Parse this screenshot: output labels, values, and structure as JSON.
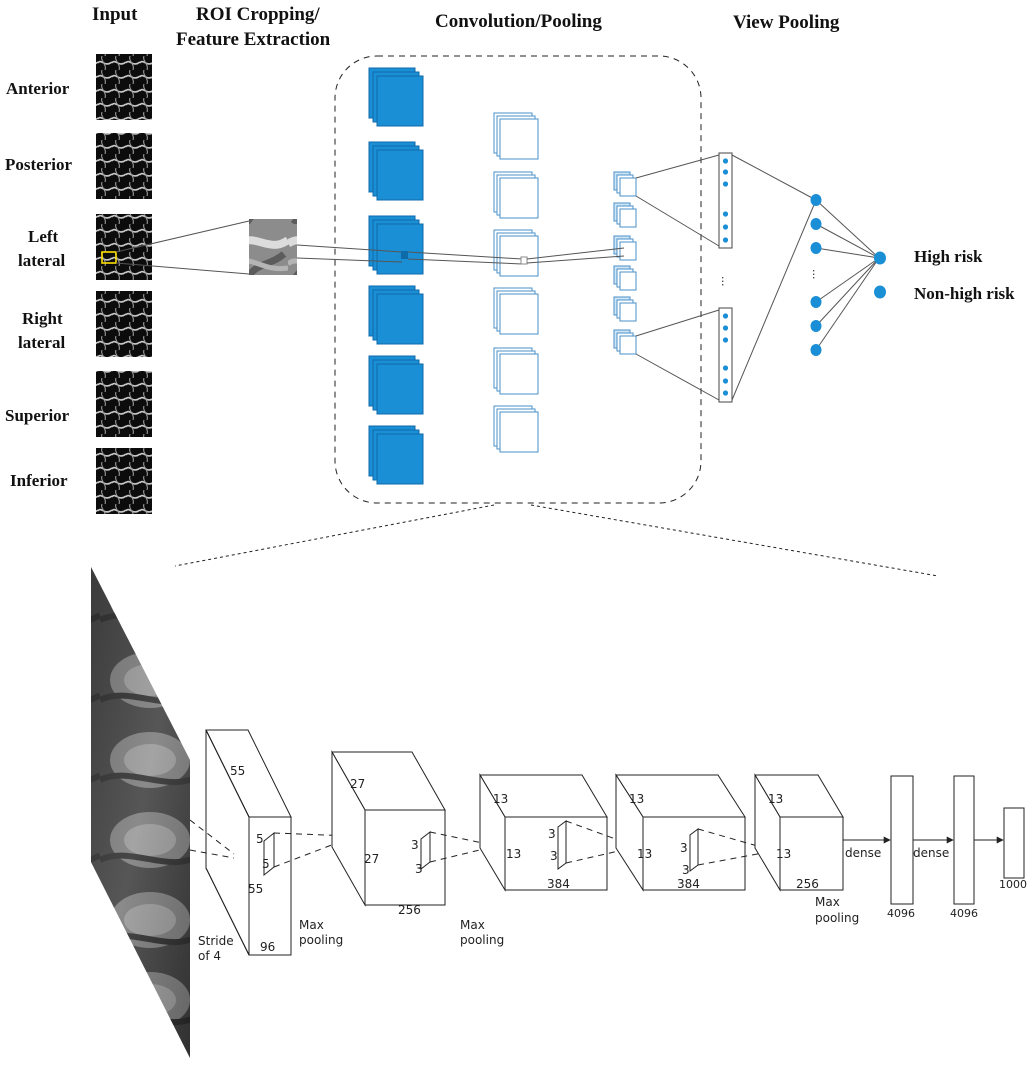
{
  "headers": {
    "input": "Input",
    "roi_line1": "ROI Cropping/",
    "roi_line2": "Feature Extraction",
    "conv": "Convolution/Pooling",
    "view": "View Pooling"
  },
  "views": [
    {
      "line1": "Anterior",
      "line2": ""
    },
    {
      "line1": "Posterior",
      "line2": ""
    },
    {
      "line1": "Left",
      "line2": "lateral"
    },
    {
      "line1": "Right",
      "line2": "lateral"
    },
    {
      "line1": "Superior",
      "line2": ""
    },
    {
      "line1": "Inferior",
      "line2": ""
    }
  ],
  "outputs": {
    "high": "High risk",
    "nonhigh": "Non-high risk"
  },
  "ellipsis": "...",
  "alexnet": {
    "input_stride_line1": "Stride",
    "input_stride_line2": "of 4",
    "conv1": {
      "h": "55",
      "w": "55",
      "d": "96",
      "k1": "5",
      "k2": "5"
    },
    "pool1": "Max",
    "pool1b": "pooling",
    "conv2": {
      "h": "27",
      "w": "27",
      "d": "256",
      "k1": "3",
      "k2": "3"
    },
    "pool2": "Max",
    "pool2b": "pooling",
    "conv3": {
      "h": "13",
      "w": "13",
      "d": "384",
      "k1": "3",
      "k2": "3"
    },
    "conv4": {
      "h": "13",
      "w": "13",
      "d": "384",
      "k1": "3",
      "k2": "3"
    },
    "conv5": {
      "h": "13",
      "w": "13",
      "d": "256"
    },
    "pool3": "Max",
    "pool3b": "pooling",
    "dense1_label": "dense",
    "dense2_label": "dense",
    "fc1": "4096",
    "fc2": "4096",
    "fc3": "1000"
  },
  "colors": {
    "conv_blue": "#1b8fd6",
    "node_blue": "#1b8fd6",
    "thumb_highlight": "#ffe000"
  }
}
